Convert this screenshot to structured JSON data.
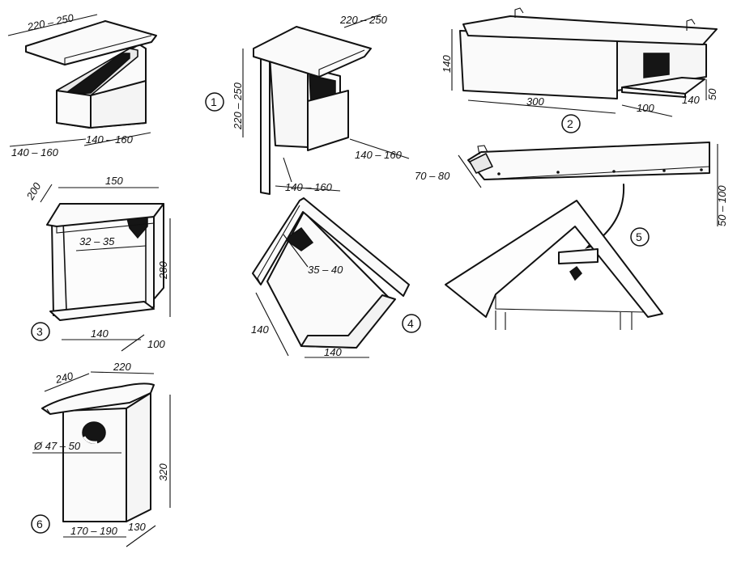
{
  "figures": [
    {
      "id": "1",
      "label": "1",
      "dimensions": [
        "220 – 250",
        "220 – 250",
        "140 – 160",
        "140 – 160"
      ]
    },
    {
      "id": "2",
      "label": "2",
      "dimensions": [
        "140",
        "300",
        "100",
        "140",
        "50"
      ]
    },
    {
      "id": "3",
      "label": "3",
      "dimensions": [
        "150",
        "200",
        "32 – 35",
        "280",
        "140",
        "100"
      ]
    },
    {
      "id": "4",
      "label": "4",
      "dimensions": [
        "35 – 40",
        "140",
        "140"
      ]
    },
    {
      "id": "5",
      "label": "5",
      "dimensions": [
        "70 – 80",
        "50 – 100"
      ]
    },
    {
      "id": "6",
      "label": "6",
      "dimensions": [
        "240",
        "220",
        "Ø 47 – 50",
        "320",
        "170 – 190",
        "130"
      ]
    },
    {
      "id": "top-left",
      "label": "",
      "dimensions": [
        "220 – 250",
        "140 – 160",
        "140 – 160"
      ]
    }
  ]
}
